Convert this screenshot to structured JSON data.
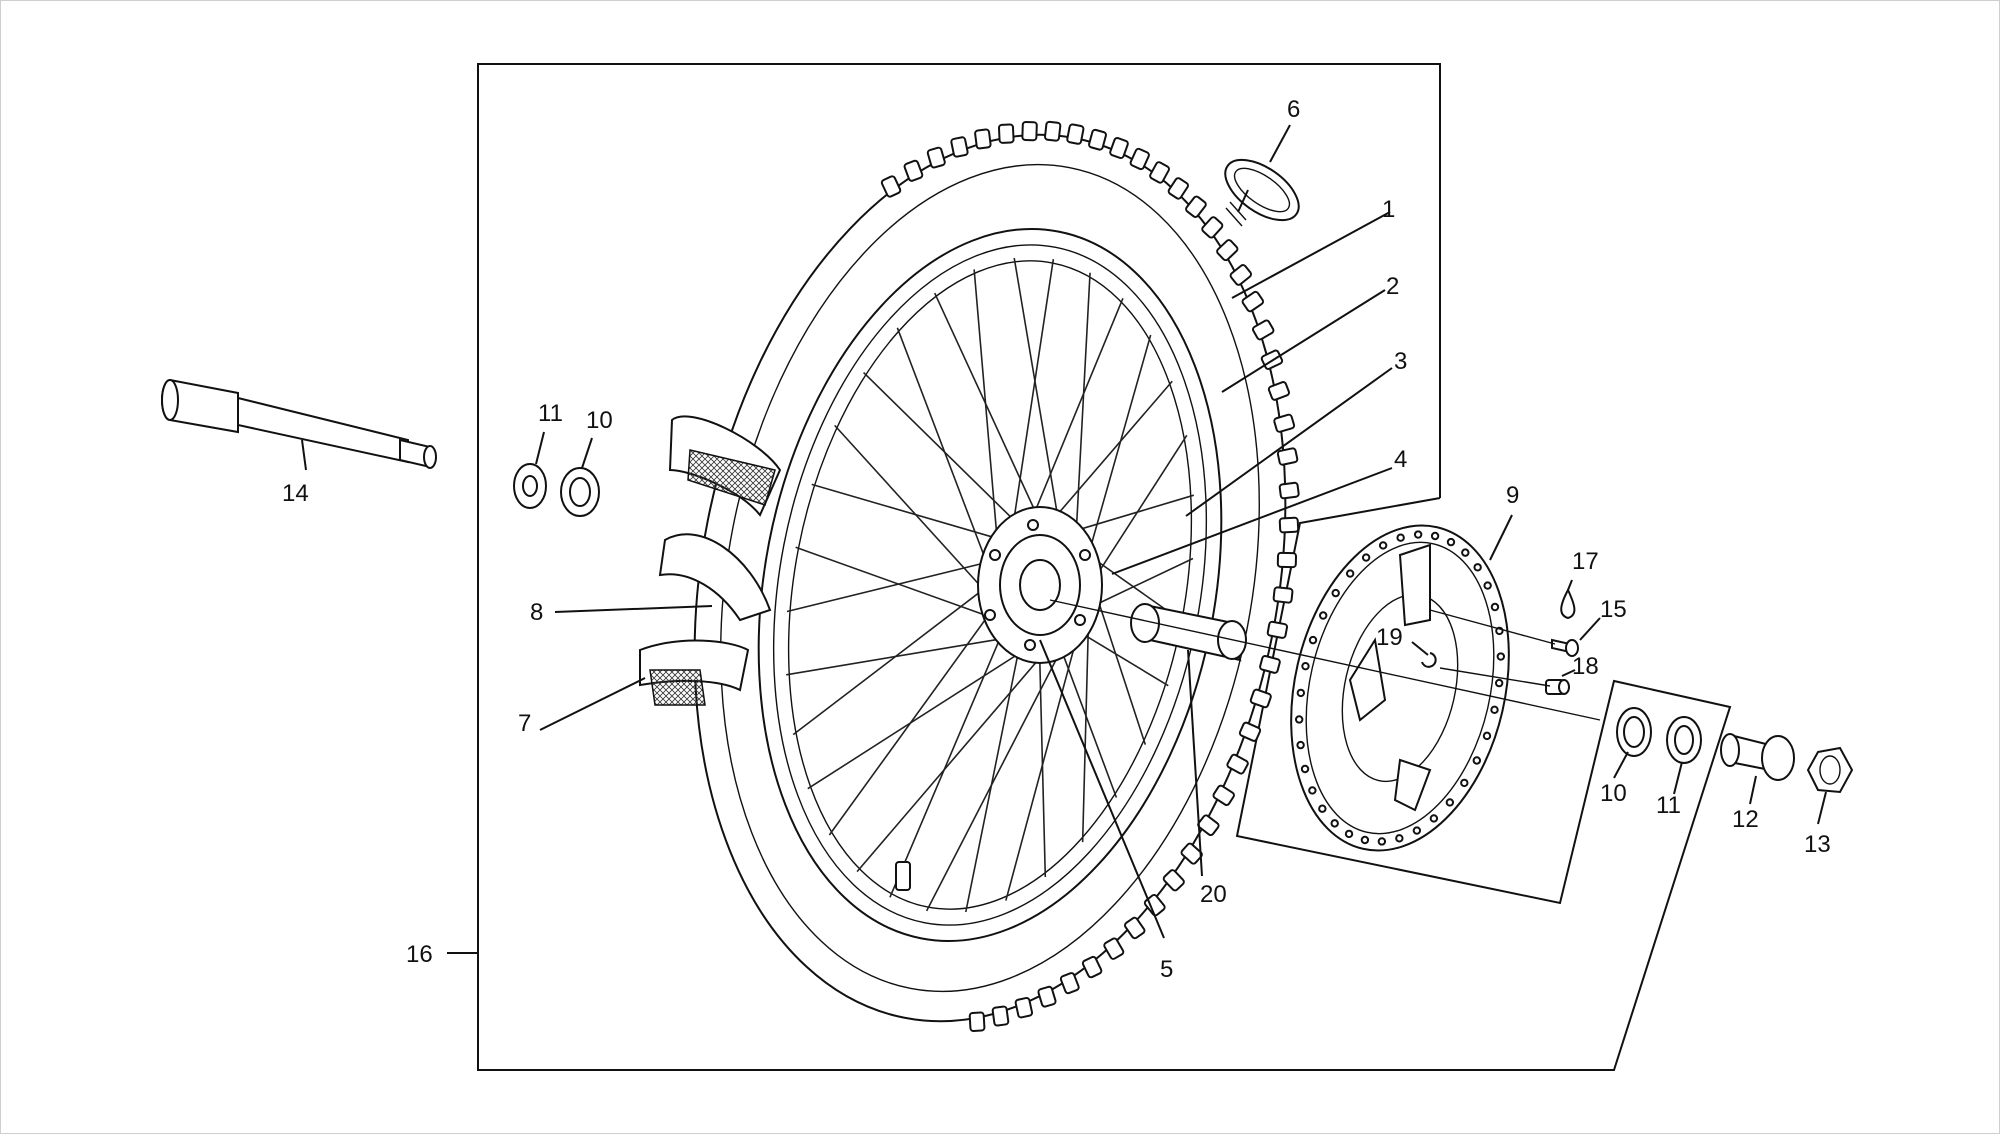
{
  "diagram": {
    "labels": {
      "n1": "1",
      "n2": "2",
      "n3": "3",
      "n4": "4",
      "n5": "5",
      "n6": "6",
      "n7": "7",
      "n8": "8",
      "n9": "9",
      "n10a": "10",
      "n10b": "10",
      "n11a": "11",
      "n11b": "11",
      "n12": "12",
      "n13": "13",
      "n14": "14",
      "n15": "15",
      "n16": "16",
      "n17": "17",
      "n18": "18",
      "n19": "19",
      "n20": "20"
    }
  }
}
